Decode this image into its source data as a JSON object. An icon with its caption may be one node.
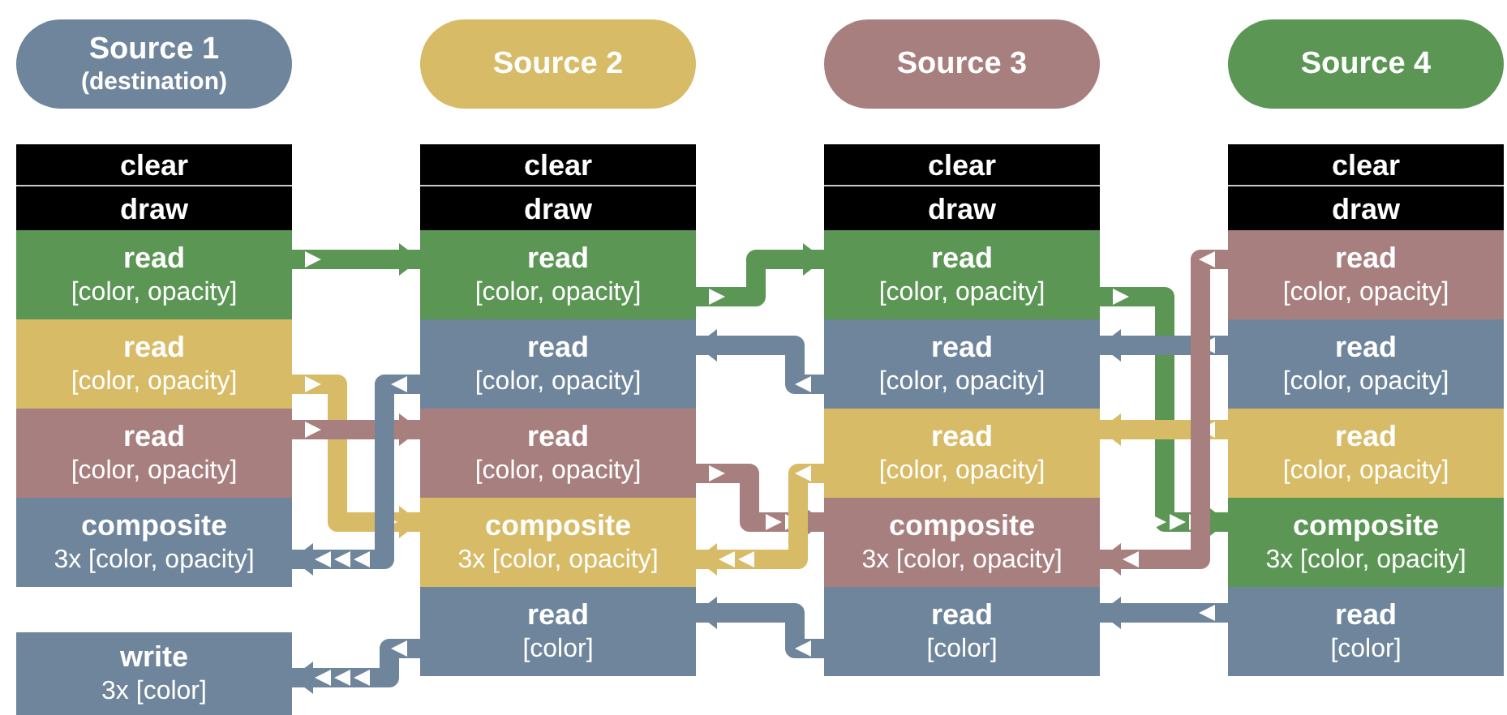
{
  "diagram": {
    "nodes": [
      {
        "text": [
          "Source 1",
          "(destination)"
        ]
      },
      {
        "text": [
          "clear"
        ]
      },
      {
        "text": [
          "draw"
        ]
      },
      {
        "text": [
          "read",
          "[color, opacity]"
        ]
      },
      {
        "text": [
          "read",
          "[color, opacity]"
        ]
      },
      {
        "text": [
          "read",
          "[color, opacity]"
        ]
      },
      {
        "text": [
          "composite",
          "3x [color, opacity]"
        ]
      },
      {
        "text": [
          "write",
          "3x [color]"
        ]
      },
      {
        "text": [
          "Source 2"
        ]
      },
      {
        "text": [
          "clear"
        ]
      },
      {
        "text": [
          "draw"
        ]
      },
      {
        "text": [
          "read",
          "[color, opacity]"
        ]
      },
      {
        "text": [
          "read",
          "[color, opacity]"
        ]
      },
      {
        "text": [
          "read",
          "[color, opacity]"
        ]
      },
      {
        "text": [
          "composite",
          "3x [color, opacity]"
        ]
      },
      {
        "text": [
          "read",
          "[color]"
        ]
      },
      {
        "text": [
          "Source 3"
        ]
      },
      {
        "text": [
          "clear"
        ]
      },
      {
        "text": [
          "draw"
        ]
      },
      {
        "text": [
          "read",
          "[color, opacity]"
        ]
      },
      {
        "text": [
          "read",
          "[color, opacity]"
        ]
      },
      {
        "text": [
          "read",
          "[color, opacity]"
        ]
      },
      {
        "text": [
          "composite",
          "3x [color, opacity]"
        ]
      },
      {
        "text": [
          "read",
          "[color]"
        ]
      },
      {
        "text": [
          "Source 4"
        ]
      },
      {
        "text": [
          "clear"
        ]
      },
      {
        "text": [
          "draw"
        ]
      },
      {
        "text": [
          "read",
          "[color, opacity]"
        ]
      },
      {
        "text": [
          "read",
          "[color, opacity]"
        ]
      },
      {
        "text": [
          "read",
          "[color, opacity]"
        ]
      },
      {
        "text": [
          "composite",
          "3x [color, opacity]"
        ]
      },
      {
        "text": [
          "read",
          "[color]"
        ]
      }
    ],
    "edges": [
      {
        "from": 3,
        "to": 11,
        "arrow": "to",
        "color": "#5b9655"
      },
      {
        "from": 11,
        "to": 19,
        "arrow": "to",
        "color": "#5b9655"
      },
      {
        "from": 19,
        "to": 30,
        "arrow": "to",
        "color": "#5b9655"
      },
      {
        "from": 4,
        "to": 14,
        "arrow": "to",
        "color": "#d8bb66"
      },
      {
        "from": 5,
        "to": 13,
        "arrow": "to",
        "color": "#a87f7f"
      },
      {
        "from": 12,
        "to": 6,
        "arrow": "to"
      },
      {
        "from": 20,
        "to": 12,
        "arrow": "to"
      },
      {
        "from": 28,
        "to": 20,
        "arrow": "to"
      },
      {
        "from": 13,
        "to": 22,
        "arrow": "to",
        "color": "#a87f7f"
      },
      {
        "from": 21,
        "to": 14,
        "arrow": "to",
        "color": "#d8bb66"
      },
      {
        "from": 29,
        "to": 21,
        "arrow": "to",
        "color": "#d8bb66"
      },
      {
        "from": 27,
        "to": 22,
        "arrow": "to",
        "color": "#a87f7f"
      },
      {
        "from": 15,
        "to": 7,
        "arrow": "to"
      },
      {
        "from": 23,
        "to": 15,
        "arrow": "to"
      },
      {
        "from": 31,
        "to": 23,
        "arrow": "to"
      }
    ]
  }
}
